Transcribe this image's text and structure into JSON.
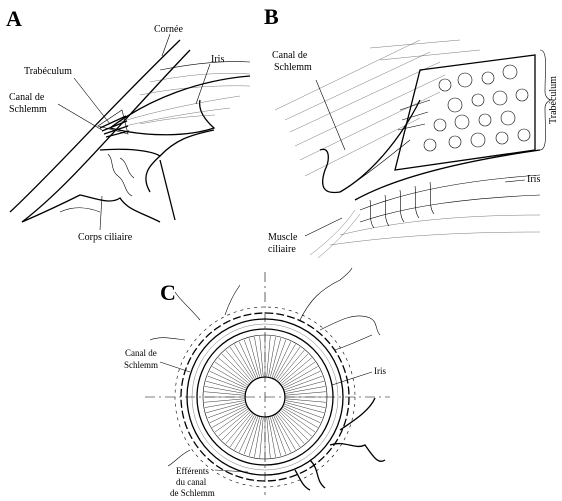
{
  "figure": {
    "panels": {
      "a": {
        "letter": "A",
        "labels": {
          "cornee": "Cornée",
          "iris": "Iris",
          "trabeculum": "Trabéculum",
          "canal_line1": "Canal de",
          "canal_line2": "Schlemm",
          "corps_ciliaire": "Corps ciliaire"
        }
      },
      "b": {
        "letter": "B",
        "labels": {
          "canal_line1": "Canal de",
          "canal_line2": "Schlemm",
          "trabeculum": "Trabéculum",
          "iris": "Iris",
          "muscle_line1": "Muscle",
          "muscle_line2": "ciliaire"
        }
      },
      "c": {
        "letter": "C",
        "labels": {
          "canal_line1": "Canal de",
          "canal_line2": "Schlemm",
          "iris": "Iris",
          "efferents_line1": "Efférents",
          "efferents_line2": "du canal",
          "efferents_line3": "de Schlemm"
        }
      }
    }
  }
}
